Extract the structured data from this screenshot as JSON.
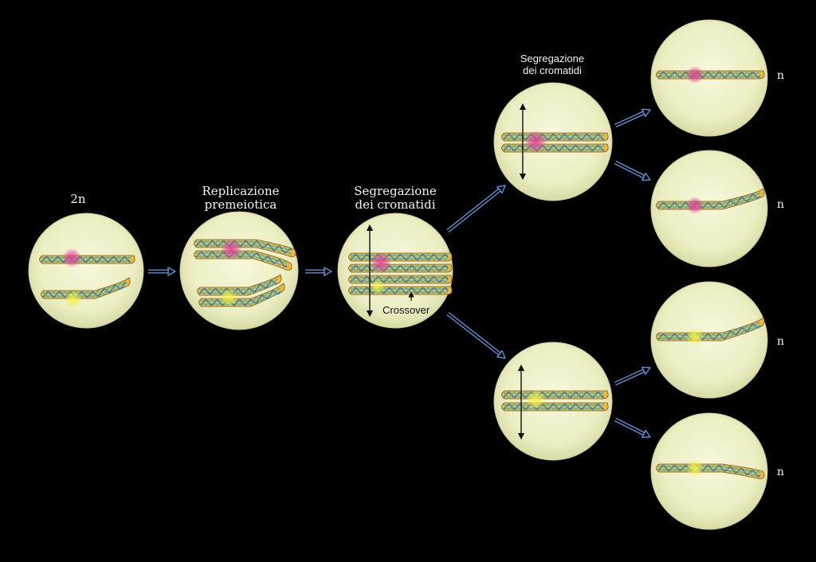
{
  "labels": {
    "diploid": "2n",
    "replication": "Replicazione\npremeiotica",
    "segregation_main": "Segregazione\ndei cromatidi",
    "segregation_top": "Segregazione\ndei cromatidi",
    "crossover": "Crossover",
    "haploid": "n"
  },
  "colors": {
    "background": "#000000",
    "cell": "#eef0c6",
    "chromatid": "#f0b73a",
    "dna_blue": "#2f86c6",
    "dna_teal": "#4fb8a8",
    "centromere_magenta": "#e0449a",
    "centromere_yellow": "#f3ee4a",
    "arrow": "#5d8fd0"
  }
}
